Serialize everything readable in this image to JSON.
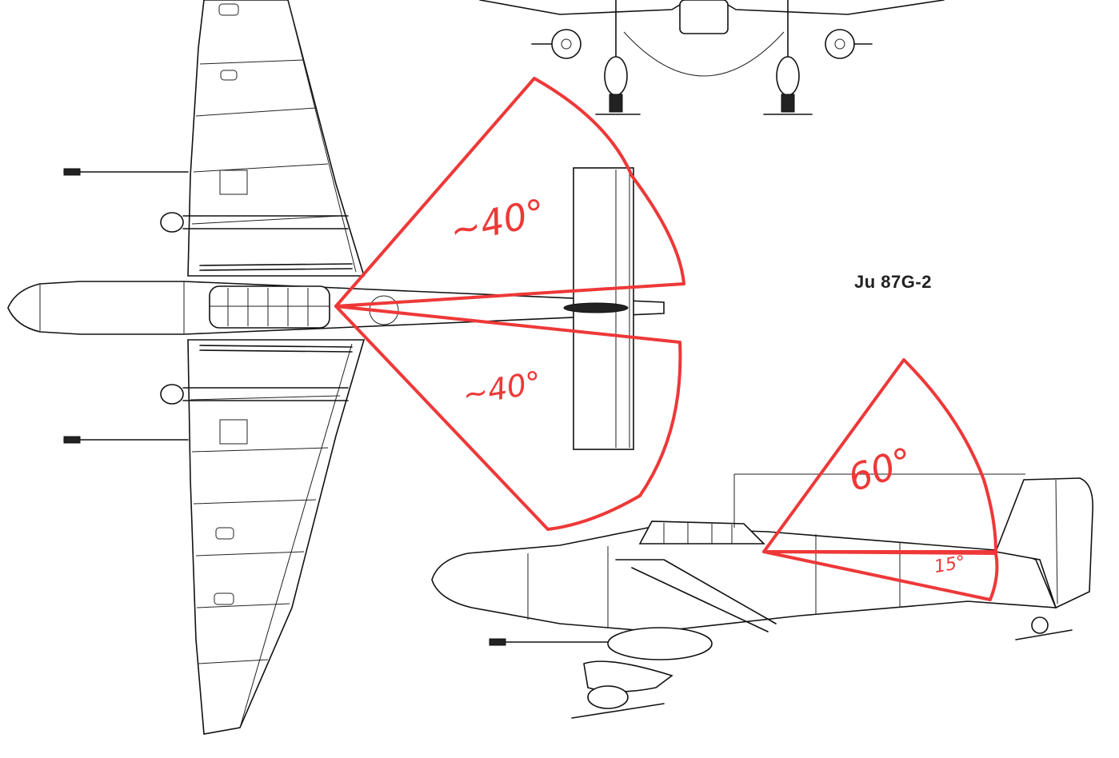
{
  "title": "Ju 87G-2",
  "annotations": {
    "upper_angle": "~40°",
    "lower_angle": "~40°",
    "elevation_angle": "60°",
    "depression_angle": "15°"
  },
  "colors": {
    "annotation": "#ee3838",
    "line_art": "#111111",
    "background": "#ffffff"
  }
}
